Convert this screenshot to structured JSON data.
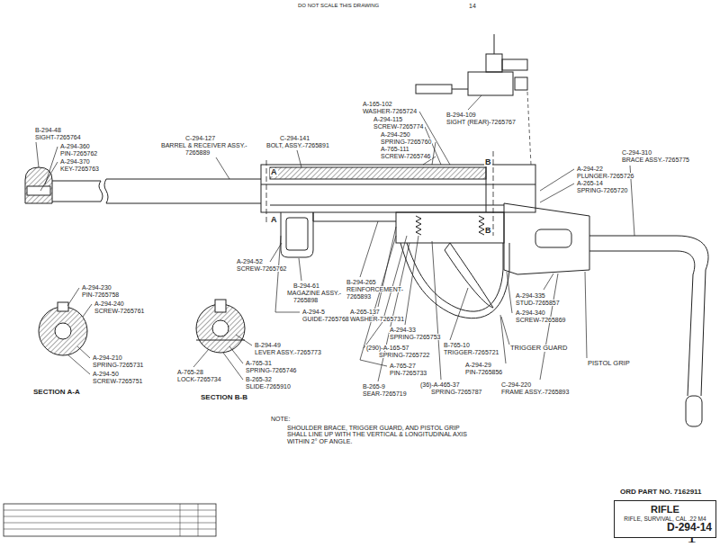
{
  "diagram": {
    "nodes": [
      {
        "text": [
          "RIFLE",
          "RIFLE, SURVIVAL, CAL .22 M4",
          "D-294-14"
        ]
      }
    ],
    "labels": [
      "DO NOT SCALE THIS DRAWING",
      "14",
      "B-294-48",
      "SIGHT-7265764",
      "A-294-360",
      "PIN-7265762",
      "A-294-370",
      "KEY-7265763",
      "C-294-127",
      "BARREL & RECEIVER ASSY.-",
      "7265889",
      "C-294-141",
      "BOLT, ASSY.-7265891",
      "A-165-102",
      "WASHER-7265724",
      "A-294-115",
      "SCREW-7265774",
      "A-294-250",
      "SPRING-7265760",
      "A-765-111",
      "SCREW-7265746",
      "B-294-109",
      "SIGHT (REAR)-7265767",
      "A-294-22",
      "PLUNGER-7265726",
      "A-265-14",
      "SPRING-7265720",
      "C-294-310",
      "BRACE ASSY.-7265775",
      "A-294-52",
      "SCREW-7265762",
      "B-294-61",
      "MAGAZINE ASSY.-",
      "7265898",
      "B-294-265",
      "REINFORCEMENT-",
      "7265893",
      "A-294-5",
      "GUIDE-7265768",
      "A-265-137",
      "WASHER-7265731",
      "A-294-335",
      "STUD-7265857",
      "A-294-340",
      "SCREW-7265869",
      "A-294-230",
      "PIN-7265758",
      "A-294-240",
      "SCREW-7265761",
      "A-294-210",
      "SPRING-7265731",
      "A-294-50",
      "SCREW-7265751",
      "SECTION A-A",
      "B-294-49",
      "LEVER ASSY.-7265773",
      "A-765-31",
      "SPRING-7265746",
      "B-265-32",
      "SLIDE-7265910",
      "A-765-28",
      "LOCK-7265734",
      "SECTION B-B",
      "A-294-33",
      "SPRING-7265753",
      "(290)-A-165-57",
      "SPRING-7265722",
      "A-765-27",
      "PIN-7265733",
      "B-765-10",
      "TRIGGER-7265721",
      "A-294-29",
      "PIN-7265856",
      "TRIGGER GUARD",
      "C-294-220",
      "FRAME ASSY.-7265893",
      "PISTOL GRIP",
      "B-265-9",
      "SEAR-7265719",
      "(36)-A-465-37",
      "SPRING-7265787",
      "NOTE:",
      "SHOULDER BRACE, TRIGGER GUARD, AND PISTOL GRIP SHALL LINE UP WITH THE VERTICAL & LONGITUDINAL AXIS WITHIN 2° OF ANGLE.",
      "ORD PART NO. 7162911",
      "A",
      "A",
      "B",
      "B",
      "1"
    ]
  }
}
